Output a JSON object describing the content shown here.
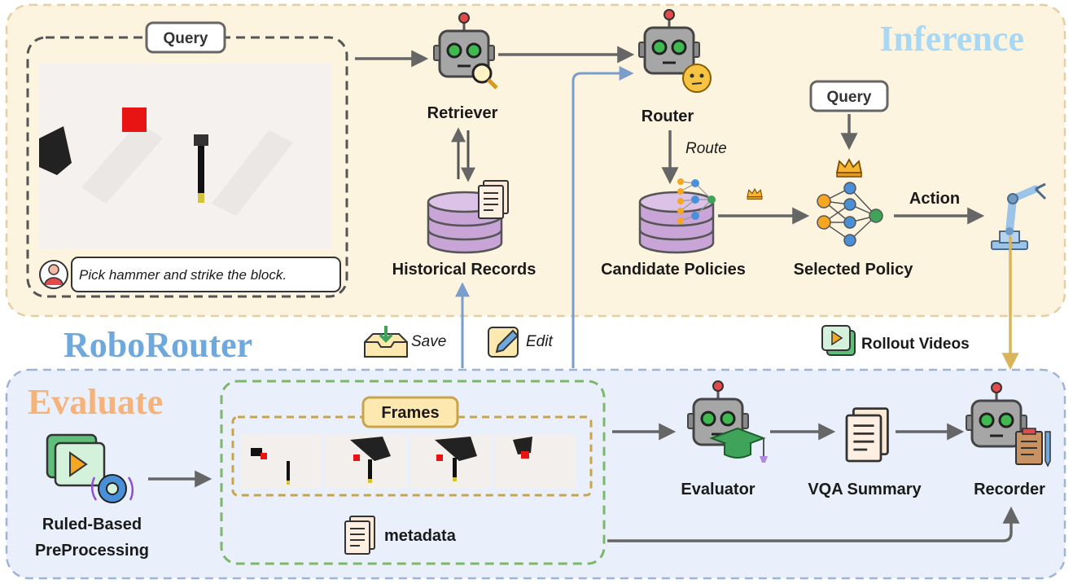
{
  "sections": {
    "inference_title": "Inference",
    "evaluate_title": "Evaluate",
    "brand_title": "RoboRouter"
  },
  "query": {
    "label": "Query",
    "instruction": "Pick hammer and strike the block."
  },
  "inference": {
    "retriever": "Retriever",
    "router": "Router",
    "historical_records": "Historical Records",
    "route_label": "Route",
    "candidate_policies": "Candidate Policies",
    "selected_policy": "Selected Policy",
    "query_label": "Query",
    "action_label": "Action"
  },
  "bridge": {
    "save_label": "Save",
    "edit_label": "Edit",
    "rollout_videos": "Rollout Videos"
  },
  "evaluate": {
    "preprocessing_line1": "Ruled-Based",
    "preprocessing_line2": "PreProcessing",
    "frames_label": "Frames",
    "metadata_label": "metadata",
    "evaluator": "Evaluator",
    "vqa_summary": "VQA Summary",
    "recorder": "Recorder"
  },
  "colors": {
    "inference_bg": "#fdf4e0",
    "inference_border": "#e3cfa2",
    "evaluate_bg": "#eaf0fb",
    "evaluate_border": "#9fb3d6",
    "inference_title": "#a9d8f4",
    "brand_title": "#6fa8dc",
    "evaluate_title": "#f5b27a",
    "arrow_gray": "#666666",
    "arrow_blue": "#7a9dcc",
    "arrow_gold": "#d8b45a"
  }
}
